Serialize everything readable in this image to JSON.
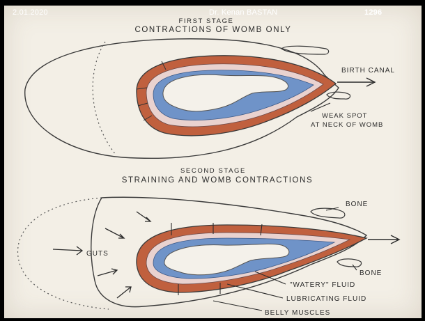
{
  "header": {
    "date": "2.01.2020",
    "name": "Dr. Kenan BASTAN",
    "number": "1296"
  },
  "stage1": {
    "title": "FIRST STAGE",
    "subtitle": "CONTRACTIONS OF WOMB ONLY",
    "labels": {
      "birth_canal": "BIRTH CANAL",
      "weak_spot_line1": "WEAK SPOT",
      "weak_spot_line2": "AT NECK OF WOMB"
    }
  },
  "stage2": {
    "title": "SECOND STAGE",
    "subtitle": "STRAINING AND WOMB CONTRACTIONS",
    "labels": {
      "guts": "GUTS",
      "bone_top": "BONE",
      "bone_bottom": "BONE",
      "watery_fluid": "\"WATERY\" FLUID",
      "lubricating_fluid": "LUBRICATING FLUID",
      "belly_muscles": "BELLY MUSCLES"
    }
  },
  "colors": {
    "background": "#000000",
    "paper": "#f3efe6",
    "womb_wall": "#c0603e",
    "fluid": "#6f93c8",
    "ink": "#2b2b2b"
  }
}
